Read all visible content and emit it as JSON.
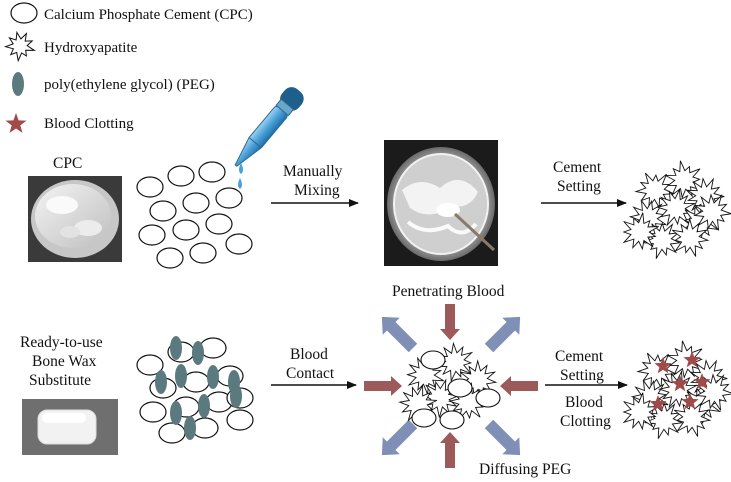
{
  "legend": {
    "cpc": "Calcium Phosphate Cement (CPC)",
    "hydroxyapatite": "Hydroxyapatite",
    "peg": "poly(ethylene glycol) (PEG)",
    "blood_clotting": "Blood Clotting"
  },
  "top_row": {
    "cpc_label": "CPC",
    "step1_line1": "Manually",
    "step1_line2": "Mixing",
    "step2_line1": "Cement",
    "step2_line2": "Setting"
  },
  "bottom_row": {
    "product_line1": "Ready-to-use",
    "product_line2": "Bone Wax",
    "product_line3": "Substitute",
    "step1_line1": "Blood",
    "step1_line2": "Contact",
    "penetrating": "Penetrating Blood",
    "diffusing": "Diffusing PEG",
    "step2_line1": "Cement",
    "step2_line2": "Setting",
    "step2_line3": "Blood",
    "step2_line4": "Clotting"
  },
  "colors": {
    "peg": "#5b7a80",
    "blood_star": "#a04a4a",
    "blood_arrow": "#9c5a5a",
    "peg_arrow": "#7f8fb5",
    "dropper_blue": "#4aa0d8"
  }
}
